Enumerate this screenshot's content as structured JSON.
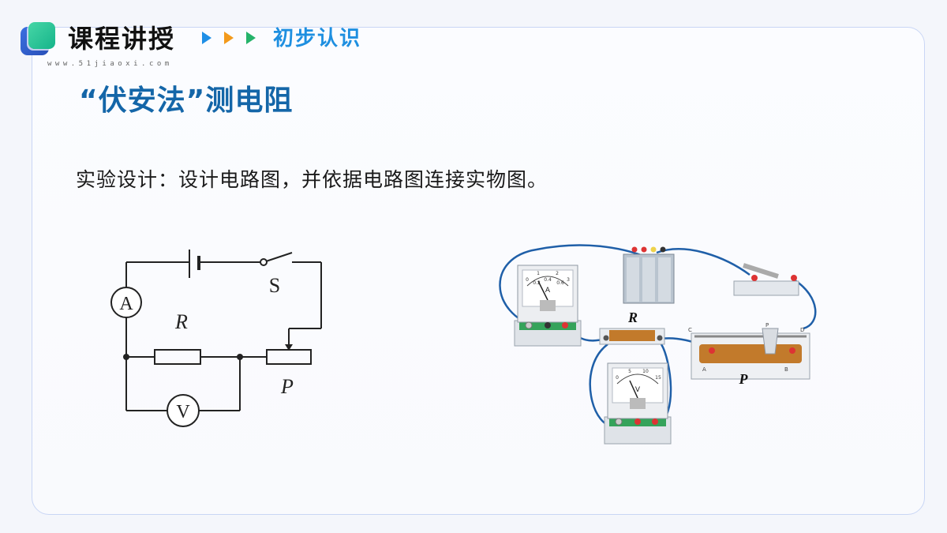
{
  "header": {
    "title": "课程讲授",
    "website": "www.51jiaoxi.com",
    "subtitle": "初步认识"
  },
  "section": {
    "title": "“伏安法”测电阻"
  },
  "instruction": "实验设计：设计电路图，并依据电路图连接实物图。",
  "circuit_diagram": {
    "ammeter_symbol": "A",
    "voltmeter_symbol": "V",
    "switch_label": "S",
    "resistor_label": "R",
    "rheostat_label": "P"
  },
  "apparatus": {
    "resistor_label": "R",
    "rheostat_label": "P",
    "ammeter_letter": "A",
    "voltmeter_letter": "V",
    "ammeter_scale": [
      "0",
      "1",
      "2",
      "3"
    ],
    "ammeter_subscale": [
      "0.2",
      "0.4",
      "0.6"
    ],
    "voltmeter_scale": [
      "0",
      "5",
      "10",
      "15"
    ],
    "rheostat_terminals": [
      "C",
      "D",
      "A",
      "B"
    ],
    "rheostat_slider_label": "P"
  },
  "colors": {
    "accent_blue": "#1466a8",
    "subtitle_blue": "#1e8fe0",
    "wire": "#1f5fa8",
    "copper": "#c27a2b"
  }
}
